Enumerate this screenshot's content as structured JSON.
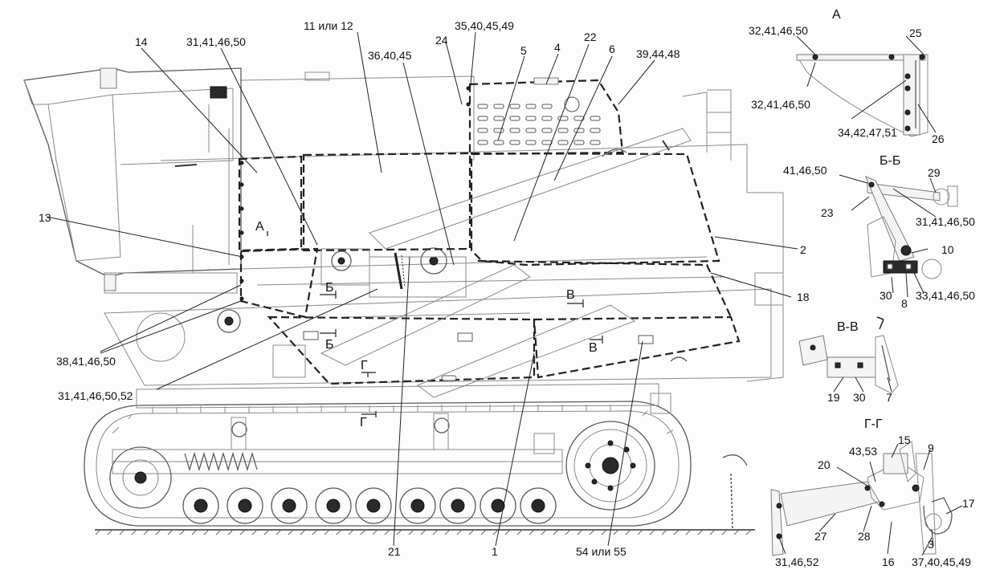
{
  "labels": {
    "l14": "14",
    "l31_41_46_50_top": "31,41,46,50",
    "l11_12": "11 или 12",
    "l35_40_45_49": "35,40,45,49",
    "l24": "24",
    "l22": "22",
    "l36_40_45": "36,40,45",
    "l5": "5",
    "l4": "4",
    "l6": "6",
    "l39_44_48": "39,44,48",
    "l13": "13",
    "lA_arrow": "А",
    "l2": "2",
    "l18": "18",
    "lB_arrow1": "Б",
    "lB_arrow2": "Б",
    "lV_arrow1": "В",
    "lV_arrow2": "В",
    "lG_arrow1": "Г",
    "lG_arrow2": "Г",
    "l38_41_46_50": "38,41,46,50",
    "l31_41_46_50_52": "31,41,46,50,52",
    "l21": "21",
    "l1": "1",
    "l54_55": "54 или 55"
  },
  "views": {
    "A": {
      "title": "А",
      "items": [
        "32,41,46,50",
        "25",
        "32,41,46,50",
        "34,42,47,51",
        "26"
      ]
    },
    "BB": {
      "title": "Б-Б",
      "items": [
        "41,46,50",
        "29",
        "23",
        "31,41,46,50",
        "10",
        "30",
        "8",
        "33,41,46,50"
      ]
    },
    "VV": {
      "title": "В-В",
      "items": [
        "19",
        "30",
        "7"
      ]
    },
    "GG": {
      "title": "Г-Г",
      "items": [
        "15",
        "43,53",
        "9",
        "20",
        "17",
        "27",
        "28",
        "3",
        "31,46,52",
        "16",
        "37,40,45,49"
      ]
    }
  }
}
